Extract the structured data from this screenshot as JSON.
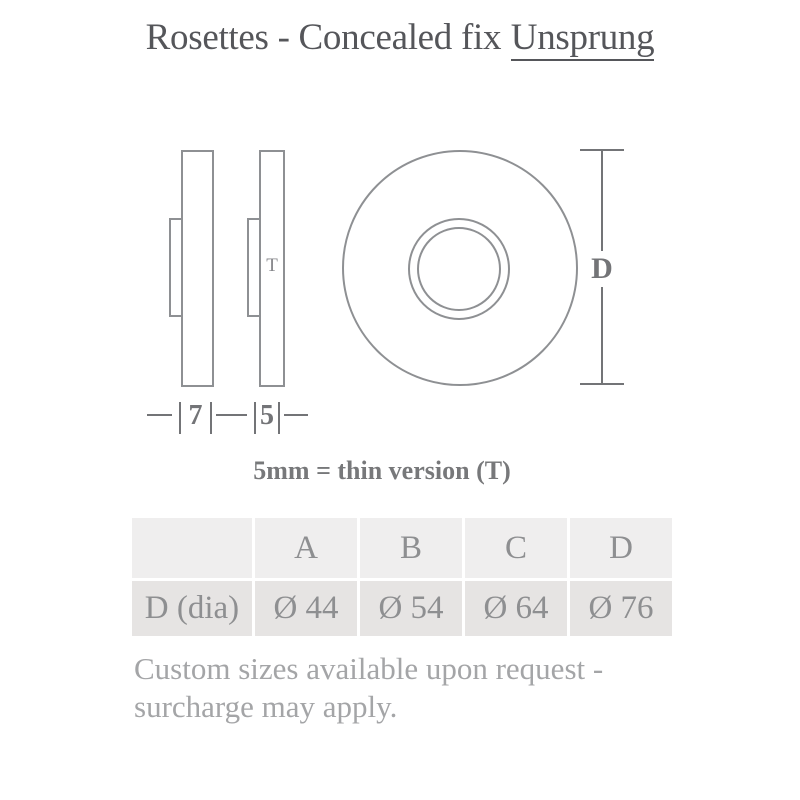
{
  "title": {
    "prefix": "Rosettes - Concealed fix",
    "emphasis": "Unsprung"
  },
  "diagram": {
    "thick_profile": {
      "width_label": "7"
    },
    "thin_profile": {
      "width_label": "5",
      "marker": "T"
    },
    "front_view": {
      "diameter_label": "D"
    },
    "note": "5mm = thin version (T)"
  },
  "size_table": {
    "headers": [
      "",
      "A",
      "B",
      "C",
      "D"
    ],
    "row": {
      "label": "D (dia)",
      "values": [
        "Ø 44",
        "Ø 54",
        "Ø 64",
        "Ø 76"
      ]
    }
  },
  "footer": {
    "line1": "Custom sizes available upon request -",
    "line2": "surcharge may apply."
  },
  "colors": {
    "drawing_line": "#8e9093",
    "dimension_line": "#737477",
    "title_text": "#55565a",
    "note_text": "#77787a",
    "table_text": "#8e8f91",
    "table_header_bg": "#efeeee",
    "table_row_bg": "#e6e4e3",
    "footer_text": "#a4a5a7"
  }
}
